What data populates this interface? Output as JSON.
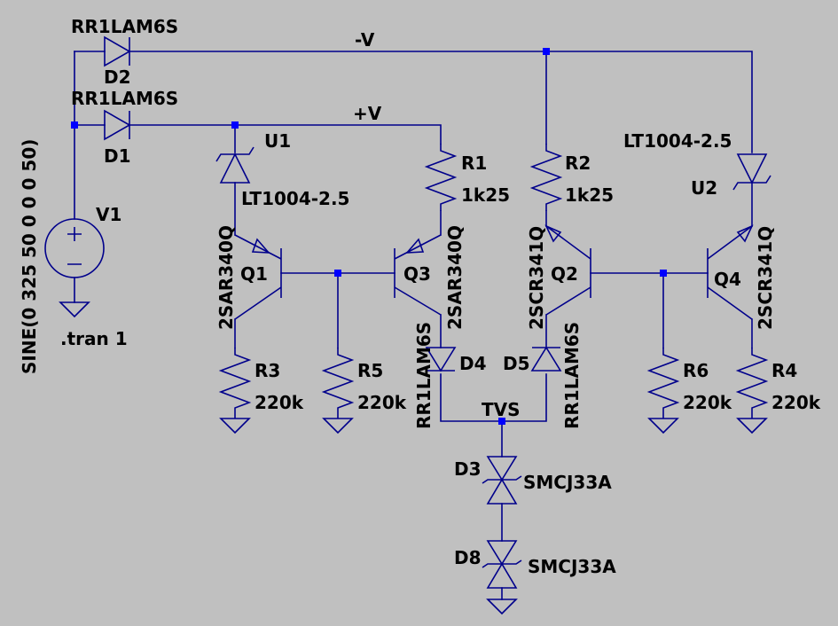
{
  "colors": {
    "background": "#c0c0c0",
    "wire": "#00008b",
    "junction": "#0000ff",
    "text": "#000000"
  },
  "nets": {
    "neg": "-V",
    "pos": "+V",
    "tvs": "TVS"
  },
  "source": {
    "name": "V1",
    "value": "SINE(0 325 50 0 0 0 50)",
    "directive": ".tran 1"
  },
  "diodes": {
    "D1": {
      "name": "D1",
      "model": "RR1LAM6S"
    },
    "D2": {
      "name": "D2",
      "model": "RR1LAM6S"
    },
    "D4": {
      "name": "D4",
      "model": "RR1LAM6S"
    },
    "D5": {
      "name": "D5",
      "model": "RR1LAM6S"
    }
  },
  "tvs_diodes": {
    "D3": {
      "name": "D3",
      "model": "SMCJ33A"
    },
    "D8": {
      "name": "D8",
      "model": "SMCJ33A"
    }
  },
  "references": {
    "U1": {
      "name": "U1",
      "model": "LT1004-2.5"
    },
    "U2": {
      "name": "U2",
      "model": "LT1004-2.5"
    }
  },
  "transistors": {
    "Q1": {
      "name": "Q1",
      "model": "2SAR340Q"
    },
    "Q2": {
      "name": "Q2",
      "model": "2SCR341Q"
    },
    "Q3": {
      "name": "Q3",
      "model": "2SAR340Q"
    },
    "Q4": {
      "name": "Q4",
      "model": "2SCR341Q"
    }
  },
  "resistors": {
    "R1": {
      "name": "R1",
      "value": "1k25"
    },
    "R2": {
      "name": "R2",
      "value": "1k25"
    },
    "R3": {
      "name": "R3",
      "value": "220k"
    },
    "R4": {
      "name": "R4",
      "value": "220k"
    },
    "R5": {
      "name": "R5",
      "value": "220k"
    },
    "R6": {
      "name": "R6",
      "value": "220k"
    }
  }
}
